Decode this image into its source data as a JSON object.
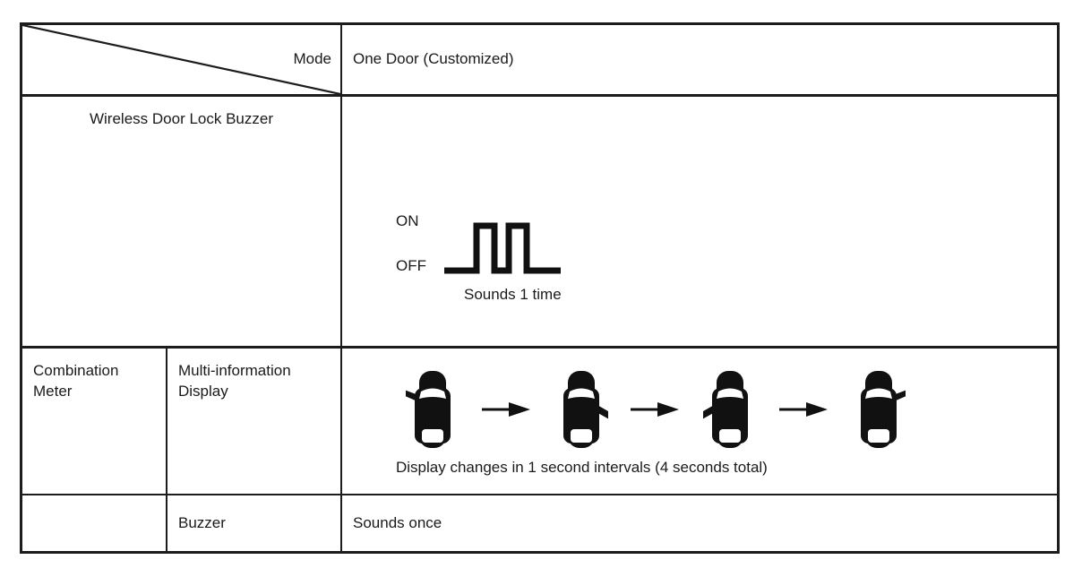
{
  "table": {
    "header": {
      "corner_label": "Mode",
      "mode_value": "One Door (Customized)"
    },
    "rows": [
      {
        "label": "Wireless Door Lock Buzzer",
        "waveform": {
          "on_label": "ON",
          "off_label": "OFF",
          "caption": "Sounds 1 time",
          "pulses": 2
        }
      },
      {
        "group_label": "Combination\nMeter",
        "label": "Multi-information Display",
        "sequence": {
          "caption": "Display changes in 1 second intervals (4 seconds total)",
          "steps": [
            {
              "door_open": "front-left"
            },
            {
              "door_open": "rear-right"
            },
            {
              "door_open": "rear-left"
            },
            {
              "door_open": "front-right"
            }
          ],
          "arrow_count": 3
        }
      },
      {
        "label": "Buzzer",
        "value": "Sounds once"
      }
    ]
  },
  "colors": {
    "border": "#1c1c1c",
    "text": "#1a1a1a",
    "background": "#ffffff",
    "icon": "#111111"
  }
}
